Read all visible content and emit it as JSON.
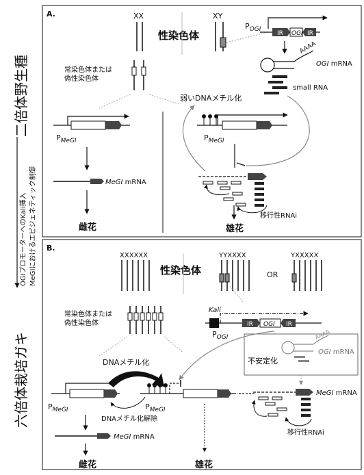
{
  "side": {
    "diploid": "二倍体野生種",
    "hexaploid": "六倍体栽培ガキ",
    "arrow_line1": "OGIプロモーターへのKali挿入",
    "arrow_line2": "MeGIにおけるエピジェネティック制御"
  },
  "panel_a": {
    "label": "A.",
    "xx": "XX",
    "xy": "XY",
    "sex_chromosome": "性染色体",
    "autosome_line1": "常染色体または",
    "autosome_line2": "偽性染色体",
    "p_ogi": "P",
    "p_ogi_sub": "OGI",
    "ir_left": "IR",
    "ogi_gene": "OGI",
    "ir_right": "IR",
    "aaaa": "AAAA",
    "ogi_mrna_italic": "OGI",
    "ogi_mrna_text": " mRNA",
    "small_rna": "small RNA",
    "weak_methylation": "弱いDNAメチル化",
    "p_megi_left": "P",
    "p_megi_left_sub": "MeGI",
    "p_megi_right": "P",
    "p_megi_right_sub": "MeGI",
    "megi_mrna_italic": "MeGI",
    "megi_mrna_text": " mRNA",
    "transitive_rnai": "移行性RNAi",
    "female_flower": "雌花",
    "male_flower": "雄花"
  },
  "panel_b": {
    "label": "B.",
    "xxxxxx": "XXXXXX",
    "yyxxxx": "YYXXXX",
    "or": "OR",
    "yxxxxx": "YXXXXX",
    "sex_chromosome": "性染色体",
    "autosome_line1": "常染色体または",
    "autosome_line2": "偽性染色体",
    "kali": "Kali",
    "p_ogi": "P",
    "p_ogi_sub": "OGI",
    "ir_left": "IR",
    "ogi_gene": "OGI",
    "ir_right": "IR",
    "aaaa": "AAAA",
    "ogi_mrna_italic": "OGI",
    "ogi_mrna_text": " mRNA",
    "destabilize": "不安定化",
    "dna_methylation": "DNAメチル化",
    "demethylation": "DNAメチル化解除",
    "p_megi_left": "P",
    "p_megi_left_sub": "MeGI",
    "p_megi_right": "P",
    "p_megi_right_sub": "MeGI",
    "megi_mrna_right_italic": "MeGI",
    "megi_mrna_right_text": " mRNA",
    "megi_mrna_left_italic": "MeGI",
    "megi_mrna_left_text": " mRNA",
    "transitive_rnai": "移行性RNAi",
    "female_flower": "雌花",
    "male_flower": "雄花"
  }
}
